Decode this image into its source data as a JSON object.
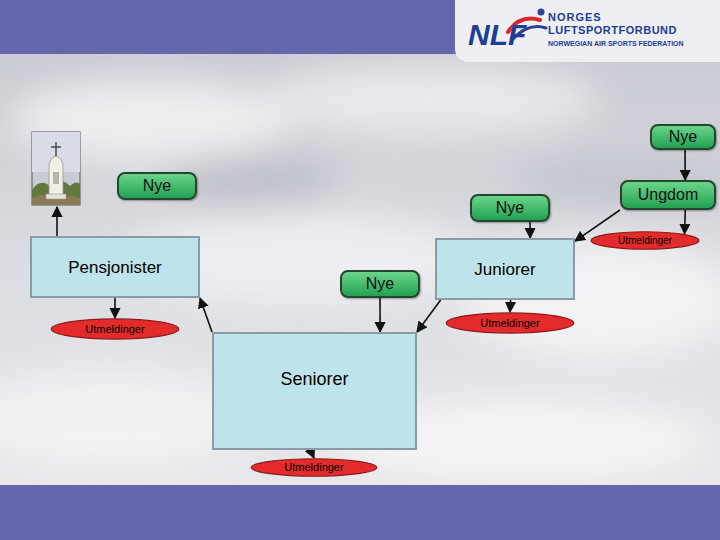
{
  "diagram": {
    "nodes": [
      {
        "text": [
          "Nye"
        ]
      },
      {
        "text": [
          "Nye"
        ]
      },
      {
        "text": [
          "Ungdom"
        ]
      },
      {
        "text": [
          "Nye"
        ]
      },
      {
        "text": [
          "Utmeldinger"
        ]
      },
      {
        "text": [
          "Pensjonister"
        ]
      },
      {
        "text": [
          "Juniorer"
        ]
      },
      {
        "text": [
          "Nye"
        ]
      },
      {
        "text": [
          "Utmeldinger"
        ]
      },
      {
        "text": [
          "Utmeldinger"
        ]
      },
      {
        "text": [
          "Seniorer"
        ]
      },
      {
        "text": [
          "Utmeldinger"
        ]
      }
    ],
    "edges": [
      {
        "from": 0,
        "to": 2,
        "arrow": "to"
      },
      {
        "from": 2,
        "to": 4,
        "arrow": "to"
      },
      {
        "from": 2,
        "to": 6,
        "arrow": "to"
      },
      {
        "from": 3,
        "to": 6,
        "arrow": "to"
      },
      {
        "from": 6,
        "to": 8,
        "arrow": "to"
      },
      {
        "from": 6,
        "to": 10,
        "arrow": "to"
      },
      {
        "from": 7,
        "to": 10,
        "arrow": "to"
      },
      {
        "from": 10,
        "to": 5,
        "arrow": "to"
      },
      {
        "from": 5,
        "to": 9,
        "arrow": "to"
      },
      {
        "from": 10,
        "to": 11,
        "arrow": "to"
      }
    ],
    "labels": [
      "NLF",
      "NORGES",
      "LUFTSPORTFORBUND",
      "NORWEGIAN AIR SPORTS FEDERATION"
    ]
  }
}
